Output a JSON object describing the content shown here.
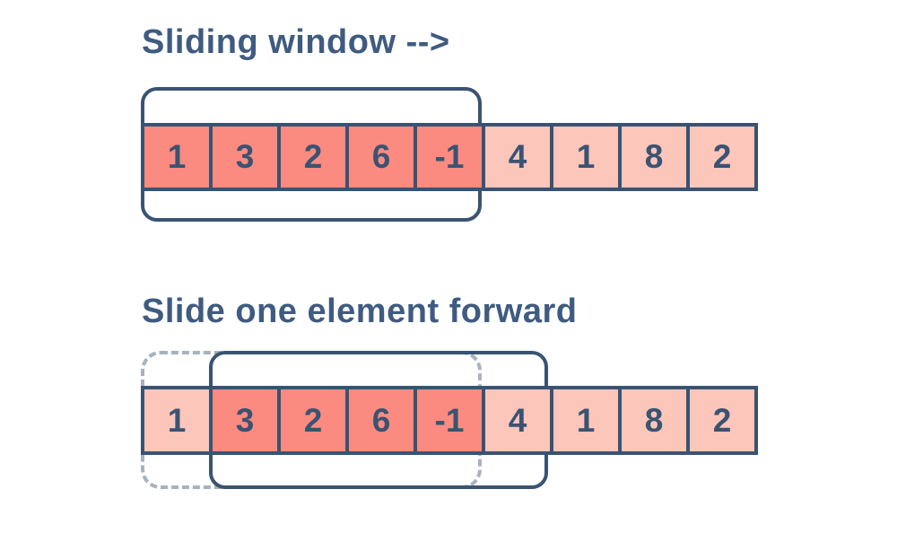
{
  "colors": {
    "background": "#ffffff",
    "navy": "#3a5372",
    "title_text": "#3f5b80",
    "cell_dark": "#fb8b80",
    "cell_light": "#fcc6ba",
    "dashed_border": "#a8b2bf"
  },
  "top_diagram": {
    "title": "Sliding window -->",
    "window": {
      "style": "solid",
      "covered_values": [
        "1",
        "3",
        "2",
        "6",
        "-1"
      ]
    },
    "cells": [
      {
        "value": "1",
        "highlighted": true
      },
      {
        "value": "3",
        "highlighted": true
      },
      {
        "value": "2",
        "highlighted": true
      },
      {
        "value": "6",
        "highlighted": true
      },
      {
        "value": "-1",
        "highlighted": true
      },
      {
        "value": "4",
        "highlighted": false
      },
      {
        "value": "1",
        "highlighted": false
      },
      {
        "value": "8",
        "highlighted": false
      },
      {
        "value": "2",
        "highlighted": false
      }
    ]
  },
  "bottom_diagram": {
    "title": "Slide one element forward",
    "previous_window": {
      "style": "dashed",
      "covered_values": [
        "1",
        "3",
        "2",
        "6",
        "-1"
      ]
    },
    "current_window": {
      "style": "solid",
      "covered_values": [
        "3",
        "2",
        "6",
        "-1",
        "4"
      ]
    },
    "cells": [
      {
        "value": "1",
        "highlighted": false
      },
      {
        "value": "3",
        "highlighted": true
      },
      {
        "value": "2",
        "highlighted": true
      },
      {
        "value": "6",
        "highlighted": true
      },
      {
        "value": "-1",
        "highlighted": true
      },
      {
        "value": "4",
        "highlighted": false
      },
      {
        "value": "1",
        "highlighted": false
      },
      {
        "value": "8",
        "highlighted": false
      },
      {
        "value": "2",
        "highlighted": false
      }
    ]
  }
}
